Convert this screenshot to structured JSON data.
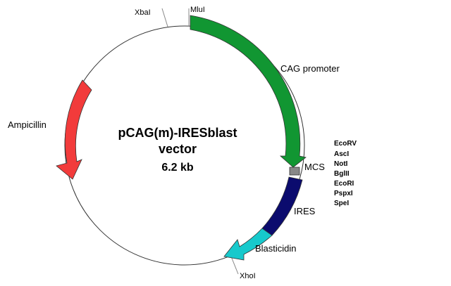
{
  "plasmid": {
    "name_line1": "pCAG(m)-IRESblast",
    "name_line2": "vector",
    "size": "6.2 kb"
  },
  "features": {
    "cag": {
      "label": "CAG promoter",
      "color": "#119632"
    },
    "mcs": {
      "label": "MCS",
      "color": "#888888"
    },
    "ires": {
      "label": "IRES",
      "color": "#0b0b6e"
    },
    "blasticidin": {
      "label": "Blasticidin",
      "color": "#17c9cc"
    },
    "ampicillin": {
      "label": "Ampicillin",
      "color": "#f23b3b"
    }
  },
  "sites": {
    "xbai": "XbaI",
    "mlui": "MluI",
    "xhoi": "XhoI"
  },
  "mcs_sites": [
    "EcoRV",
    "AscI",
    "NotI",
    "BglII",
    "EcoRI",
    "PspxI",
    "SpeI"
  ]
}
